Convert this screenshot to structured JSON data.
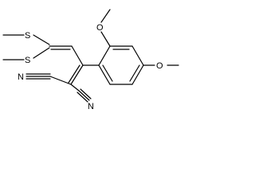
{
  "molecule": {
    "atoms": {
      "s_upper": "S",
      "s_lower": "S",
      "o_ortho": "O",
      "o_para": "O",
      "n_top": "N",
      "n_bottom": "N"
    }
  },
  "colors": {
    "bond": "#000000",
    "label": "#000000",
    "background": "#ffffff"
  }
}
